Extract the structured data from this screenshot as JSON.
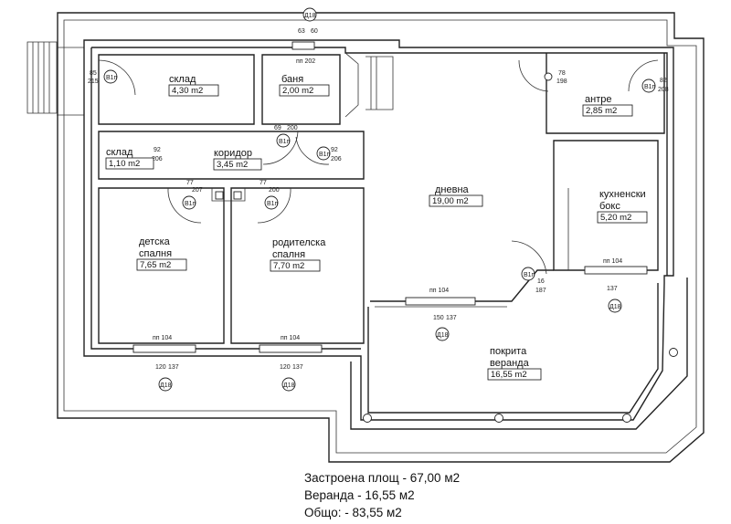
{
  "rooms": [
    {
      "id": "storage_top",
      "name_lines": [
        "склад"
      ],
      "area": "4,30 m2"
    },
    {
      "id": "bath",
      "name_lines": [
        "баня"
      ],
      "area": "2,00 m2"
    },
    {
      "id": "entry",
      "name_lines": [
        "антре"
      ],
      "area": "2,85 m2"
    },
    {
      "id": "storage_small",
      "name_lines": [
        "склад"
      ],
      "area": "1,10 m2"
    },
    {
      "id": "corridor",
      "name_lines": [
        "коридор"
      ],
      "area": "3,45 m2"
    },
    {
      "id": "living",
      "name_lines": [
        "дневна"
      ],
      "area": "19,00 m2"
    },
    {
      "id": "kitchen",
      "name_lines": [
        "кухненски",
        "бокс"
      ],
      "area": "5,20 m2"
    },
    {
      "id": "kids",
      "name_lines": [
        "детска",
        "спалня"
      ],
      "area": "7,65 m2"
    },
    {
      "id": "parents",
      "name_lines": [
        "родителска",
        "спалня"
      ],
      "area": "7,70 m2"
    },
    {
      "id": "veranda",
      "name_lines": [
        "покрита",
        "веранда"
      ],
      "area": "16,55 m2"
    }
  ],
  "markers": {
    "d18": "Д18",
    "door_tag": "В1п",
    "pp202": "пп 202",
    "pp104": "пп 104",
    "pp_short": "пп",
    "num_104": "104",
    "dims": {
      "d63": "63",
      "d60": "60",
      "d85": "85",
      "d215": "215",
      "d78": "78",
      "d198": "198",
      "d82": "82",
      "d208": "208",
      "d69": "69",
      "d200": "200",
      "d92": "92",
      "d206": "206",
      "d77": "77",
      "d207": "207",
      "d120": "120",
      "d137": "137",
      "d150": "150",
      "d16": "16",
      "d187": "187"
    }
  },
  "summary": {
    "built_area": "Застроена площ - 67,00 м2",
    "veranda": "Веранда - 16,55 м2",
    "total": "Общо: - 83,55 м2"
  }
}
